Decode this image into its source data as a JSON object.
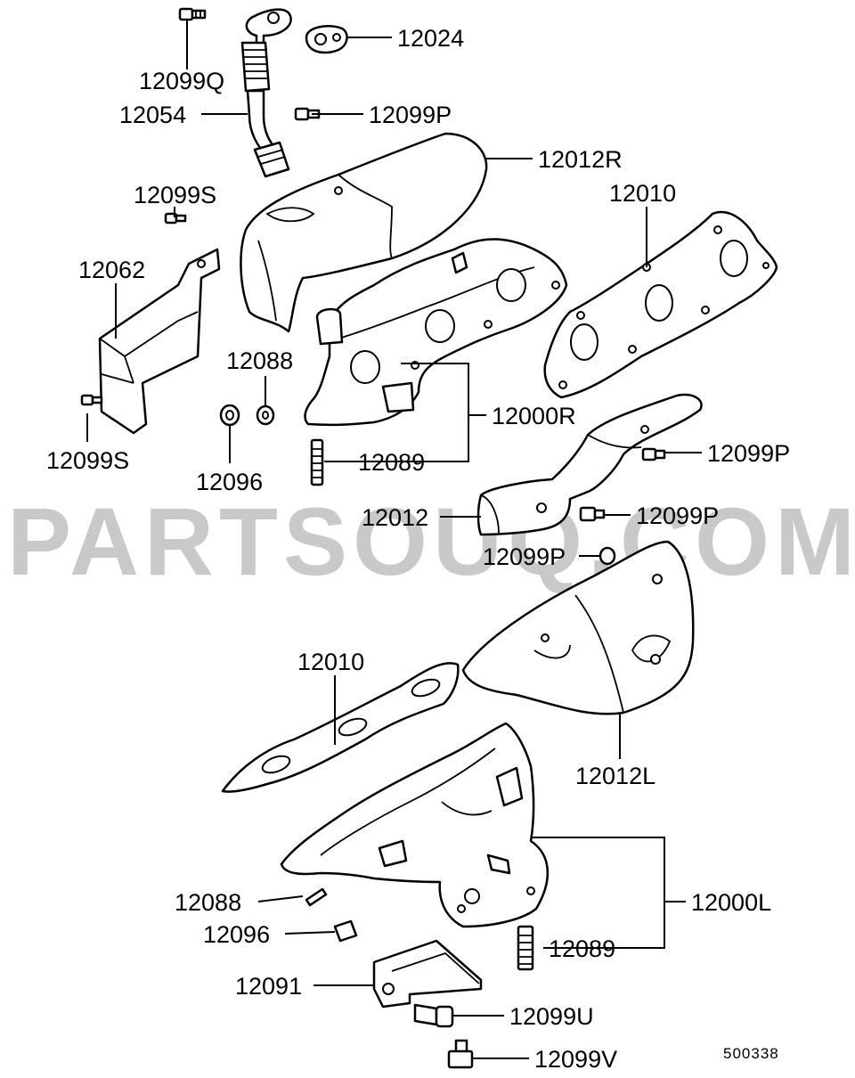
{
  "watermark": "PARTSOUQ.COM",
  "diagram_id": "500338",
  "callouts": {
    "c12099Q": "12099Q",
    "c12024": "12024",
    "c12054": "12054",
    "c12099P_top": "12099P",
    "c12012R": "12012R",
    "c12099S_top": "12099S",
    "c12010_top": "12010",
    "c12062": "12062",
    "c12088_top": "12088",
    "c12000R": "12000R",
    "c12099S_bottom": "12099S",
    "c12096_top": "12096",
    "c12089_top": "12089",
    "c12099P_right": "12099P",
    "c12012": "12012",
    "c12099P_mid": "12099P",
    "c12099P_left": "12099P",
    "c12010_bottom": "12010",
    "c12012L": "12012L",
    "c12000L": "12000L",
    "c12088_bottom": "12088",
    "c12096_bottom": "12096",
    "c12089_bottom": "12089",
    "c12091": "12091",
    "c12099U": "12099U",
    "c12099V": "12099V"
  }
}
